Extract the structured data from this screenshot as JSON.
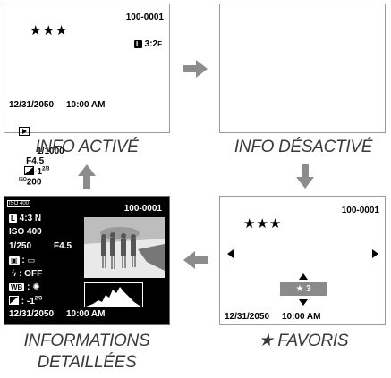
{
  "info_on": {
    "counter": "100-0001",
    "stars": "★★★",
    "size_badge": "L",
    "size_text": "3:2",
    "quality": "F",
    "datetime": "12/31/2050     10:00 AM",
    "shutter": "1/1000",
    "aperture": "F4.5",
    "exposure": "-1",
    "exposure_frac": "2/3",
    "iso_label": "ISO",
    "iso_value": "200",
    "caption": "INFO ACTIVÉ"
  },
  "info_off": {
    "caption": "INFO DÉSACTIVÉ"
  },
  "detailed": {
    "counter": "100-0001",
    "iso_badge": "ISO 400",
    "size_badge": "L",
    "size_text": "4:3 N",
    "iso": "ISO 400",
    "shutter": "1/250",
    "aperture": "F4.5",
    "flash": ": OFF",
    "film_sep": ":",
    "wb_sep": ":",
    "exposure": ": -1",
    "exposure_frac": "2/3",
    "wb_badge": "WB",
    "datetime": "12/31/2050     10:00 AM",
    "caption_line1": "INFORMATIONS",
    "caption_line2": "DETAILLÉES"
  },
  "favorites": {
    "counter": "100-0001",
    "stars": "★★★",
    "rating": "★ 3",
    "datetime": "12/31/2050     10:00 AM",
    "caption": "★ FAVORIS"
  },
  "colors": {
    "arrow": "#8c8c8c",
    "frame": "#9a9a9a",
    "caption": "#3a3a3a"
  }
}
